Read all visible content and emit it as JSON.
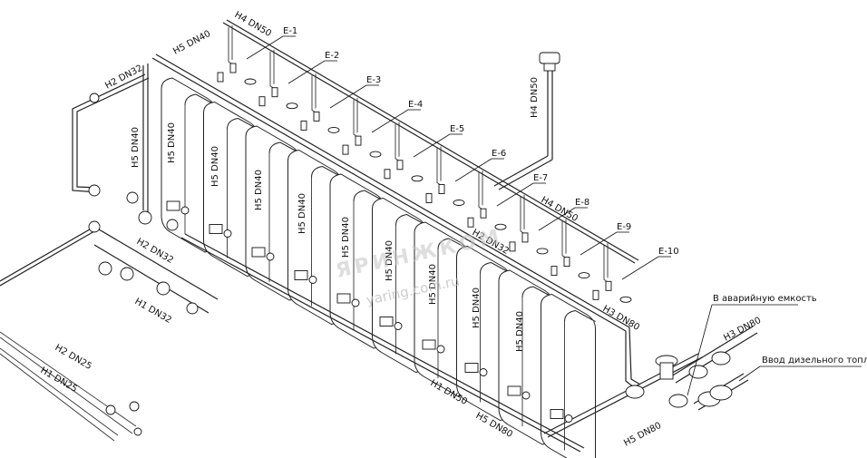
{
  "tank_labels": [
    "E-1",
    "E-2",
    "E-3",
    "E-4",
    "E-5",
    "E-6",
    "E-7",
    "E-8",
    "E-9",
    "E-10"
  ],
  "pipe_labels": {
    "h4_top": "H4 DN50",
    "h5_top": "H5 DN40",
    "h2_dn32_top": "H2 DN32",
    "h5_left": "H5 DN40",
    "h4_right_vertical": "H4 DN50",
    "h4_right": "H4 DN50",
    "h2_mid": "H2 DN32",
    "h1_mid": "H1 DN32",
    "h2_dn25": "H2 DN25",
    "h1_dn25": "H1 DN25",
    "h1_dn50": "H1 DN50",
    "h5_dn80": "H5 DN80",
    "h5_dn80_bottom": "H5 DN80",
    "h3_dn80": "H3 DN80",
    "h3_dn80_b": "H3 DN80",
    "h2_center": "H2 DN32"
  },
  "tank_side_labels": [
    "H5 DN40",
    "H5 DN40",
    "H5 DN40",
    "H5 DN40",
    "H5 DN40",
    "H5 DN40",
    "H5 DN40",
    "H5 DN40",
    "H5 DN40"
  ],
  "callouts": {
    "emergency": "В аварийную емкость",
    "diesel_input": "Ввод дизельного топлива"
  },
  "watermark": {
    "brand": "ЯРИНЖКОМ",
    "site": "yaring.com.ru"
  }
}
